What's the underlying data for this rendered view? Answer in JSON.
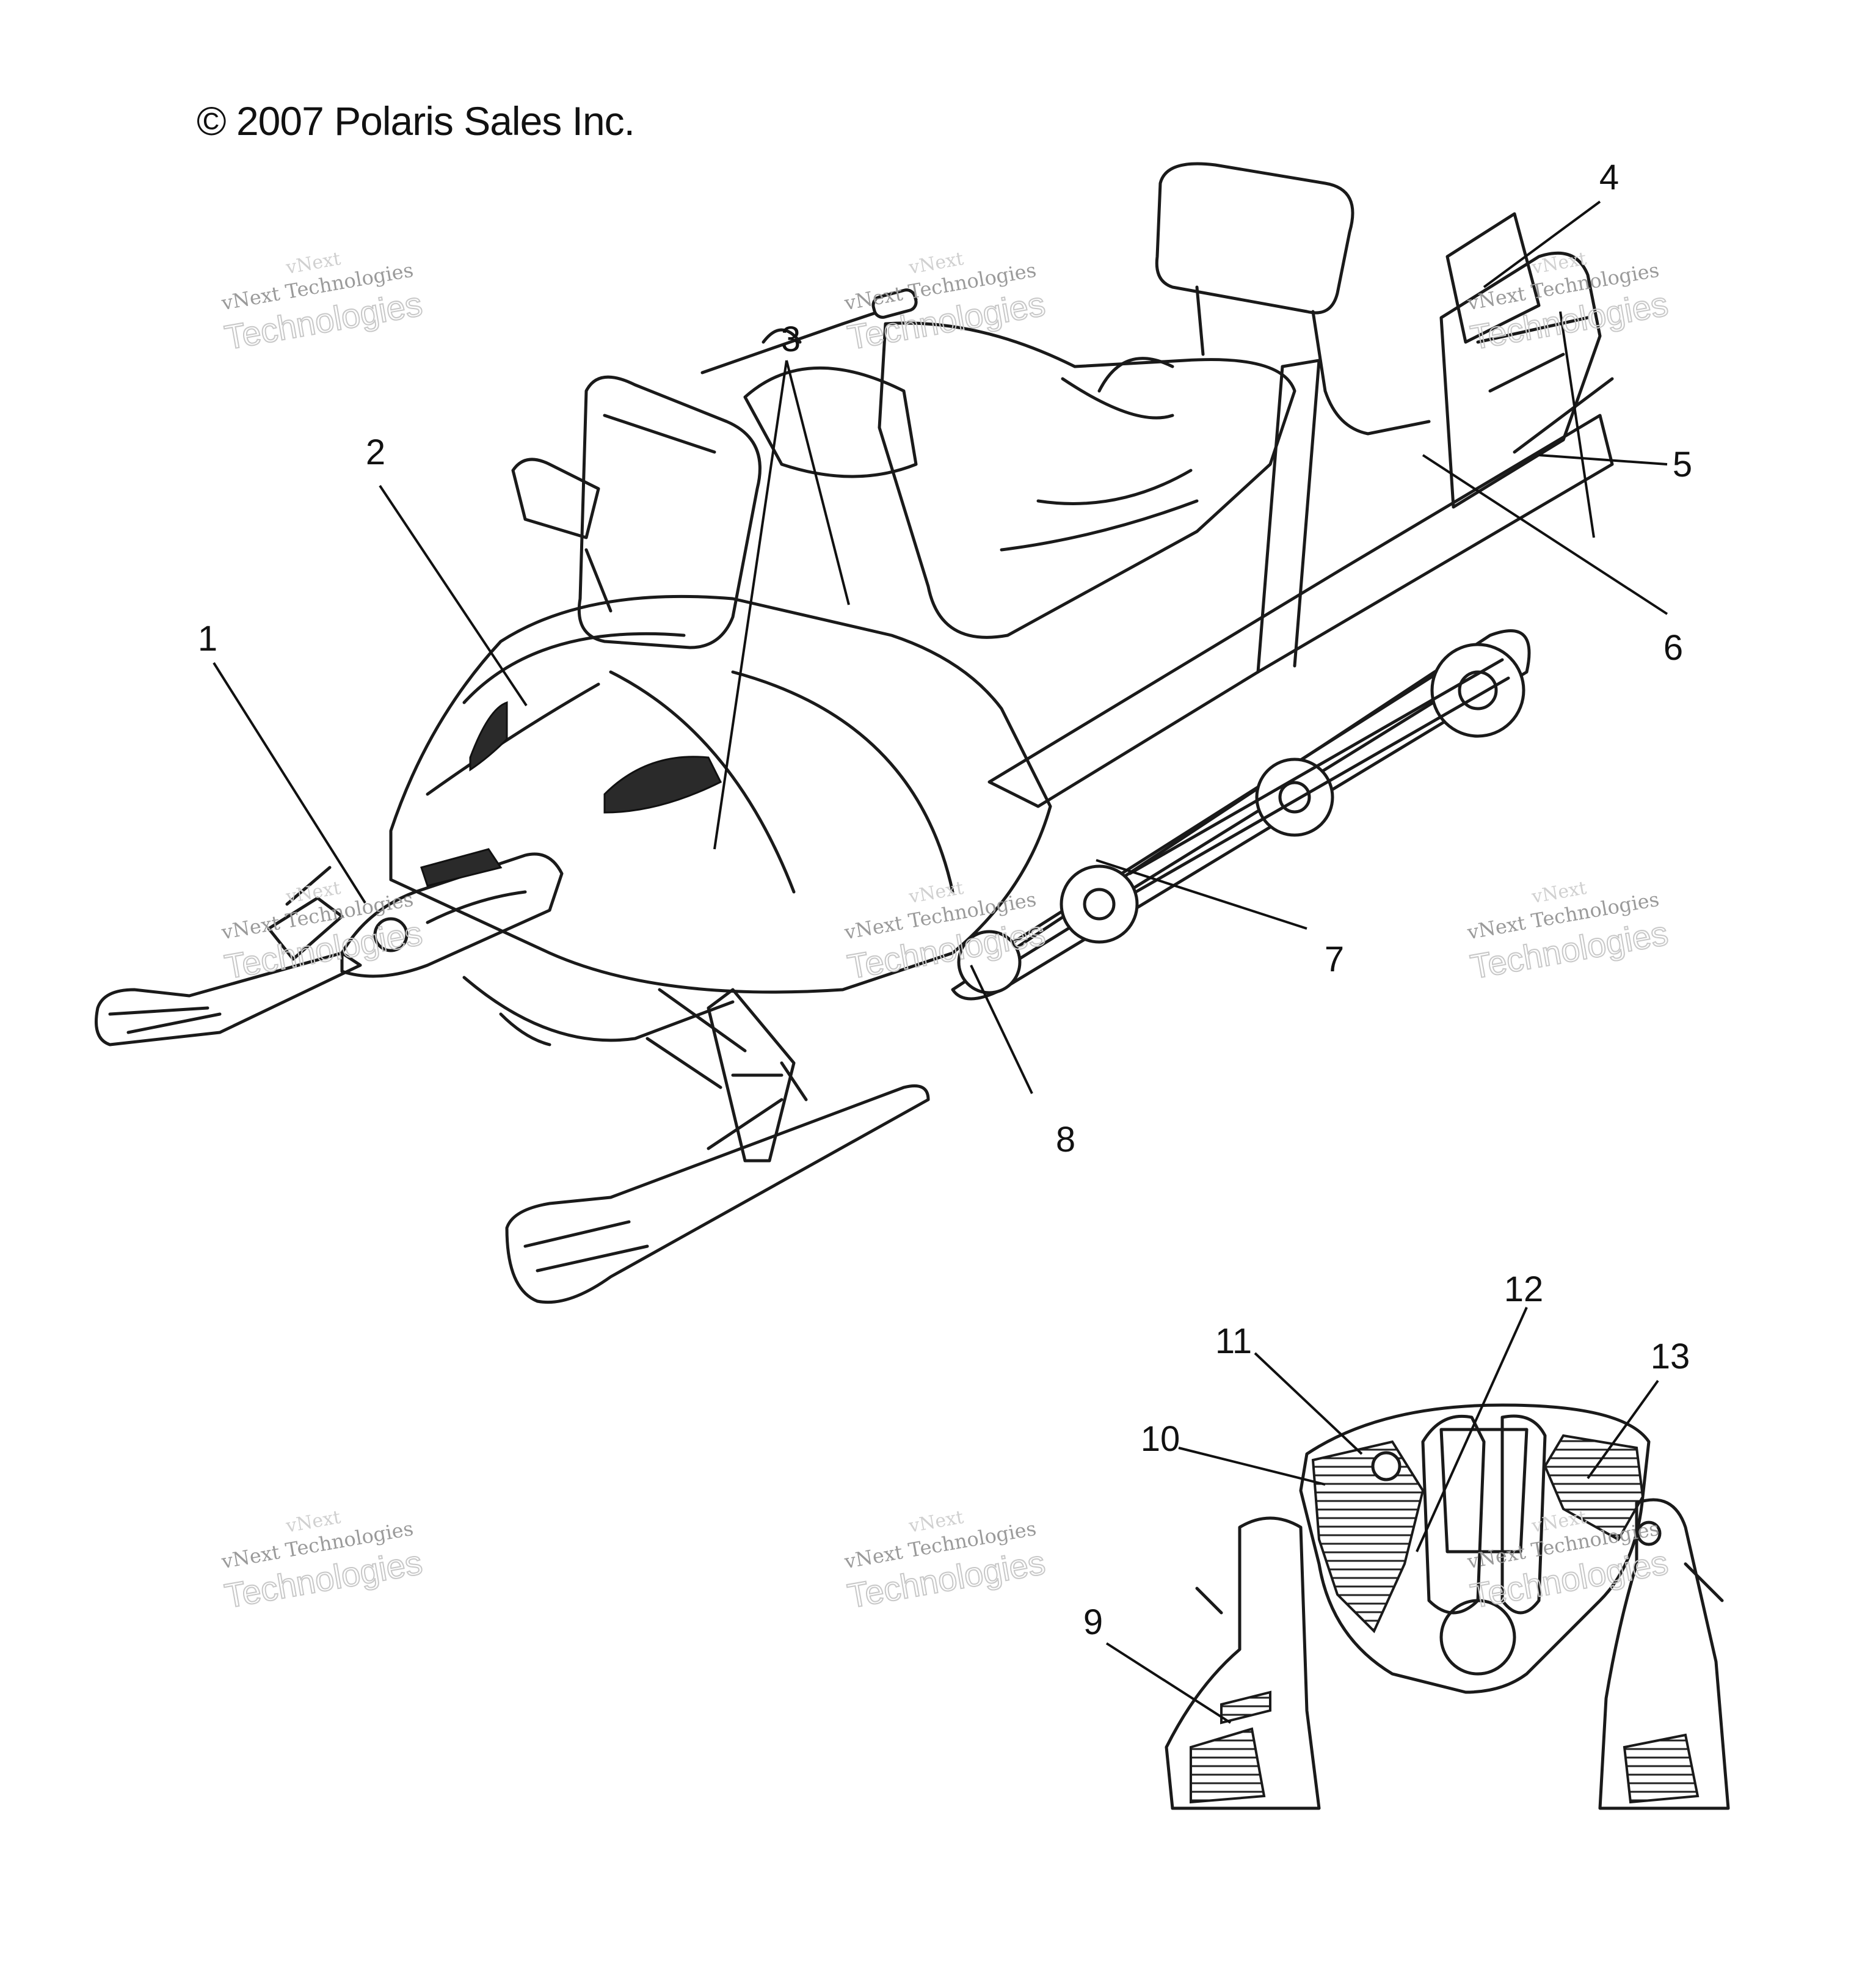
{
  "copyright": "© 2007 Polaris Sales Inc.",
  "watermark": {
    "line1": "vNext",
    "line2": "vNext Technologies",
    "line3": "Technologies"
  },
  "callouts": [
    "1",
    "2",
    "3",
    "4",
    "5",
    "6",
    "7",
    "8",
    "9",
    "10",
    "11",
    "12",
    "13"
  ]
}
